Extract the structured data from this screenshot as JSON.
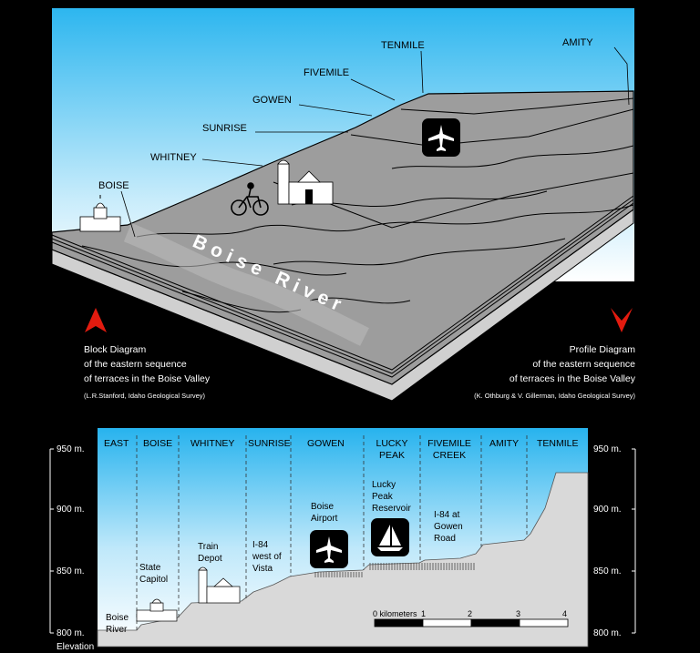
{
  "block_diagram": {
    "terrace_labels": [
      "TENMILE",
      "AMITY",
      "FIVEMILE",
      "GOWEN",
      "SUNRISE",
      "WHITNEY",
      "BOISE"
    ],
    "river_label": "Boise River",
    "caption_lines": [
      "Block Diagram",
      "of the eastern sequence",
      "of terraces in the Boise Valley"
    ],
    "caption_credit": "(L.R.Stanford, Idaho Geological Survey)"
  },
  "profile_caption": {
    "lines": [
      "Profile Diagram",
      "of the eastern sequence",
      "of terraces in the Boise Valley"
    ],
    "credit": "(K. Othburg & V. Gillerman, Idaho Geological Survey)"
  },
  "profile": {
    "columns": [
      "EAST",
      "BOISE",
      "WHITNEY",
      "SUNRISE",
      "GOWEN",
      "LUCKY PEAK",
      "FIVEMILE CREEK",
      "AMITY",
      "TENMILE"
    ],
    "elevation_ticks": [
      "950 m.",
      "900 m.",
      "850 m.",
      "800 m."
    ],
    "elevation_axis_label": "Elevation",
    "landmarks": {
      "boise_river": "Boise River",
      "state_capitol": "State Capitol",
      "train_depot": "Train Depot",
      "i84_vista": "I-84 west of Vista",
      "boise_airport": "Boise Airport",
      "lucky_peak_reservoir": "Lucky Peak Reservoir",
      "i84_gowen": "I-84 at Gowen Road"
    },
    "scale": {
      "unit_label": "0 kilometers",
      "ticks": [
        "1",
        "2",
        "3",
        "4"
      ]
    }
  },
  "colors": {
    "sky_top": "#27b3ee",
    "sky_bottom": "#ffffff",
    "terrain": "#d7d7d7",
    "block_top": "#9a9a9a",
    "block_side": "#cfcfcf",
    "background": "#000000"
  }
}
